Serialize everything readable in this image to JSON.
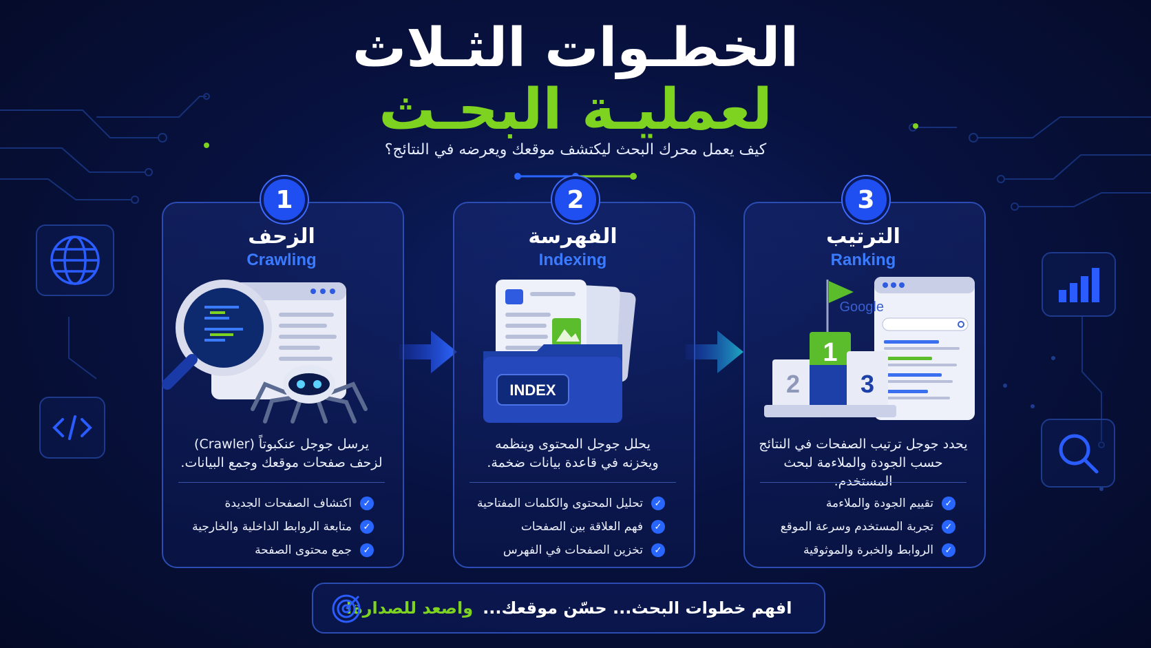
{
  "header": {
    "title_line1": "الخطـوات الثـلاث",
    "title_line2": "لعمليـة البحـث",
    "subtitle": "كيف يعمل محرك البحث ليكتشف موقعك ويعرضه في النتائج؟"
  },
  "colors": {
    "background": "#081240",
    "accent_green": "#7ed321",
    "accent_blue": "#2866ff",
    "card_border": "#2b4cb2"
  },
  "side_icons": [
    "globe-icon",
    "code-icon",
    "bar-chart-icon",
    "search-icon"
  ],
  "steps": [
    {
      "number": "1",
      "title_ar": "الزحف",
      "title_en": "Crawling",
      "illustration": "magnifier-spider-robot",
      "description_line1": "يرسل جوجل عنكبوتاً (Crawler)",
      "description_line2": "لزحف صفحات موقعك وجمع البيانات.",
      "checks": [
        "اكتشاف الصفحات الجديدة",
        "متابعة الروابط الداخلية والخارجية",
        "جمع محتوى الصفحة"
      ]
    },
    {
      "number": "2",
      "title_ar": "الفهرسة",
      "title_en": "Indexing",
      "illustration": "index-folder",
      "index_label": "INDEX",
      "description_line1": "يحلل جوجل المحتوى وينظمه",
      "description_line2": "ويخزنه في قاعدة بيانات ضخمة.",
      "checks": [
        "تحليل المحتوى والكلمات المفتاحية",
        "فهم العلاقة بين الصفحات",
        "تخزين الصفحات في الفهرس"
      ]
    },
    {
      "number": "3",
      "title_ar": "الترتيب",
      "title_en": "Ranking",
      "illustration": "podium-google-results",
      "google_label": "Google",
      "podium_labels": [
        "1",
        "2",
        "3"
      ],
      "description_line1": "يحدد جوجل ترتيب الصفحات في النتائج",
      "description_line2": "حسب الجودة والملاءمة لبحث المستخدم.",
      "checks": [
        "تقييم الجودة والملاءمة",
        "تجربة المستخدم وسرعة الموقع",
        "الروابط والخبرة والموثوقية"
      ]
    }
  ],
  "footer": {
    "text": "افهم خطوات البحث... حسّن موقعك...",
    "accent": "واصعد للصدارة!",
    "icon": "target-icon"
  }
}
